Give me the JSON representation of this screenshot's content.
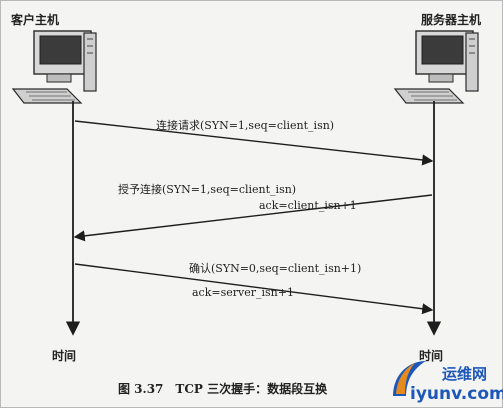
{
  "diagram": {
    "client_title": "客户主机",
    "server_title": "服务器主机",
    "client_time": "时间",
    "server_time": "时间",
    "caption": "图 3.37　TCP 三次握手：数据段互换",
    "steps": [
      {
        "label": "连接请求(SYN=1,seq=client_isn)"
      },
      {
        "label": "授予连接(SYN=1,seq=client_isn)",
        "ack": "ack=client_isn+1"
      },
      {
        "label": "确认(SYN=0,seq=client_isn+1)",
        "ack": "ack=server_isn+1"
      }
    ]
  },
  "watermark": {
    "brand": "运维网",
    "domain": "iyunv.com"
  },
  "colors": {
    "line": "#1d1d1d",
    "background": "#f4f4f2",
    "watermark_blue": "#1d58b8",
    "watermark_orange": "#e58a1f"
  }
}
